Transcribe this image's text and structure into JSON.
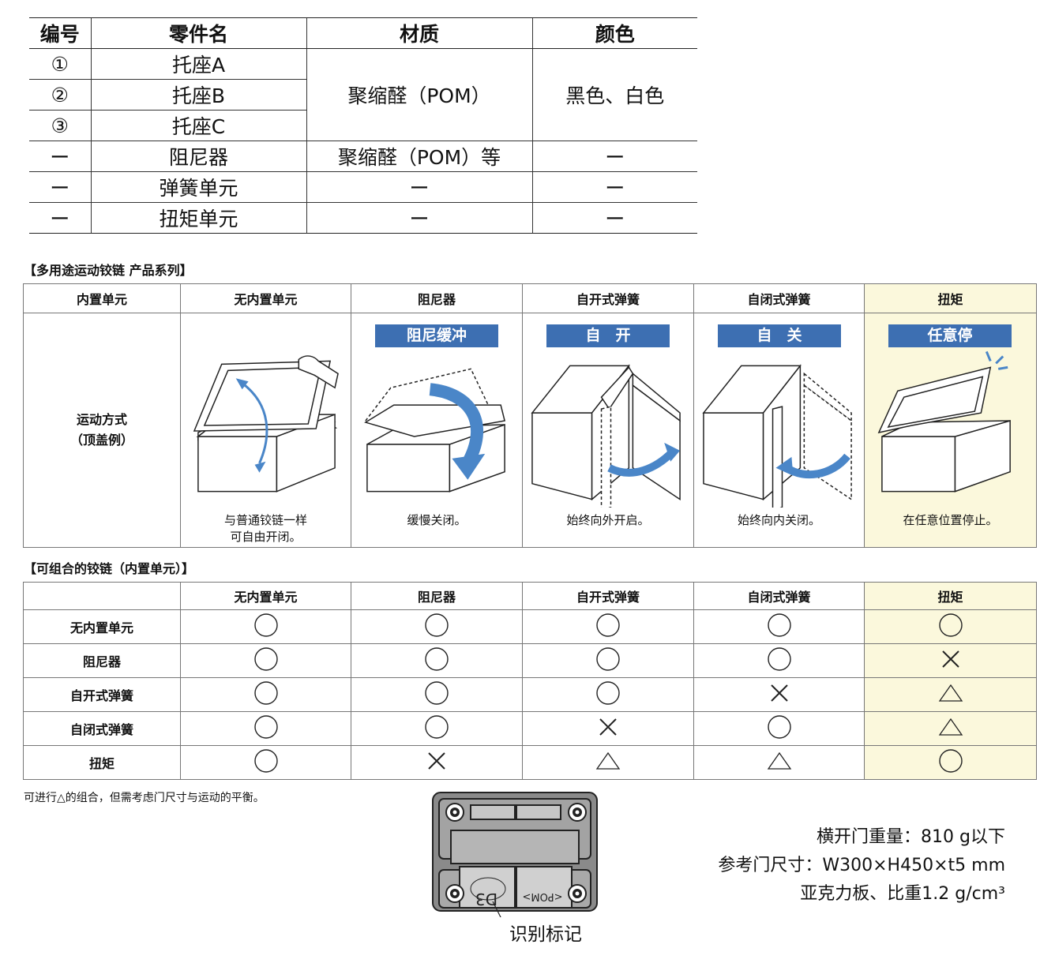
{
  "parts_table": {
    "headers": [
      "编号",
      "零件名",
      "材质",
      "颜色"
    ],
    "rows": [
      {
        "no": "①",
        "name": "托座A"
      },
      {
        "no": "②",
        "name": "托座B"
      },
      {
        "no": "③",
        "name": "托座C"
      },
      {
        "no": "ー",
        "name": "阻尼器",
        "material": "聚缩醛（POM）等",
        "color": "ー"
      },
      {
        "no": "ー",
        "name": "弹簧单元",
        "material": "ー",
        "color": "ー"
      },
      {
        "no": "ー",
        "name": "扭矩单元",
        "material": "ー",
        "color": "ー"
      }
    ],
    "merged_material": "聚缩醛（POM）",
    "merged_color": "黑色、白色"
  },
  "series": {
    "title": "【多用途运动铰链 产品系列】",
    "headers": [
      "内置单元",
      "无内置单元",
      "阻尼器",
      "自开式弹簧",
      "自闭式弹簧",
      "扭矩"
    ],
    "row_label_line1": "运动方式",
    "row_label_line2": "（顶盖例）",
    "cells": [
      {
        "banner": "",
        "caption_line1": "与普通铰链一样",
        "caption_line2": "可自由开闭。"
      },
      {
        "banner": "阻尼缓冲",
        "caption_line1": "缓慢关闭。",
        "caption_line2": ""
      },
      {
        "banner": "自　开",
        "caption_line1": "始终向外开启。",
        "caption_line2": ""
      },
      {
        "banner": "自　关",
        "caption_line1": "始终向内关闭。",
        "caption_line2": ""
      },
      {
        "banner": "任意停",
        "caption_line1": "在任意位置停止。",
        "caption_line2": ""
      }
    ],
    "highlight_color": "#fbf8dc",
    "banner_color": "#3d6fb2",
    "arrow_color": "#4a86c8"
  },
  "combo": {
    "title": "【可组合的铰链（内置单元）】",
    "headers": [
      "",
      "无内置单元",
      "阻尼器",
      "自开式弹簧",
      "自闭式弹簧",
      "扭矩"
    ],
    "rows": [
      {
        "label": "无内置单元",
        "marks": [
          "○",
          "○",
          "○",
          "○",
          "○"
        ]
      },
      {
        "label": "阻尼器",
        "marks": [
          "○",
          "○",
          "○",
          "○",
          "×"
        ]
      },
      {
        "label": "自开式弹簧",
        "marks": [
          "○",
          "○",
          "○",
          "×",
          "△"
        ]
      },
      {
        "label": "自闭式弹簧",
        "marks": [
          "○",
          "○",
          "×",
          "○",
          "△"
        ]
      },
      {
        "label": "扭矩",
        "marks": [
          "○",
          "×",
          "△",
          "△",
          "○"
        ]
      }
    ],
    "note": "可进行△的组合，但需考虑门尺寸与运动的平衡。"
  },
  "part_drawing": {
    "mark_left": "D3",
    "mark_right": "<POM>",
    "identification_label": "识别标记"
  },
  "specs": {
    "line1": "横开门重量：810 g以下",
    "line2": "参考门尺寸：W300×H450×t5 mm",
    "line3": "亚克力板、比重1.2 g/cm³"
  }
}
